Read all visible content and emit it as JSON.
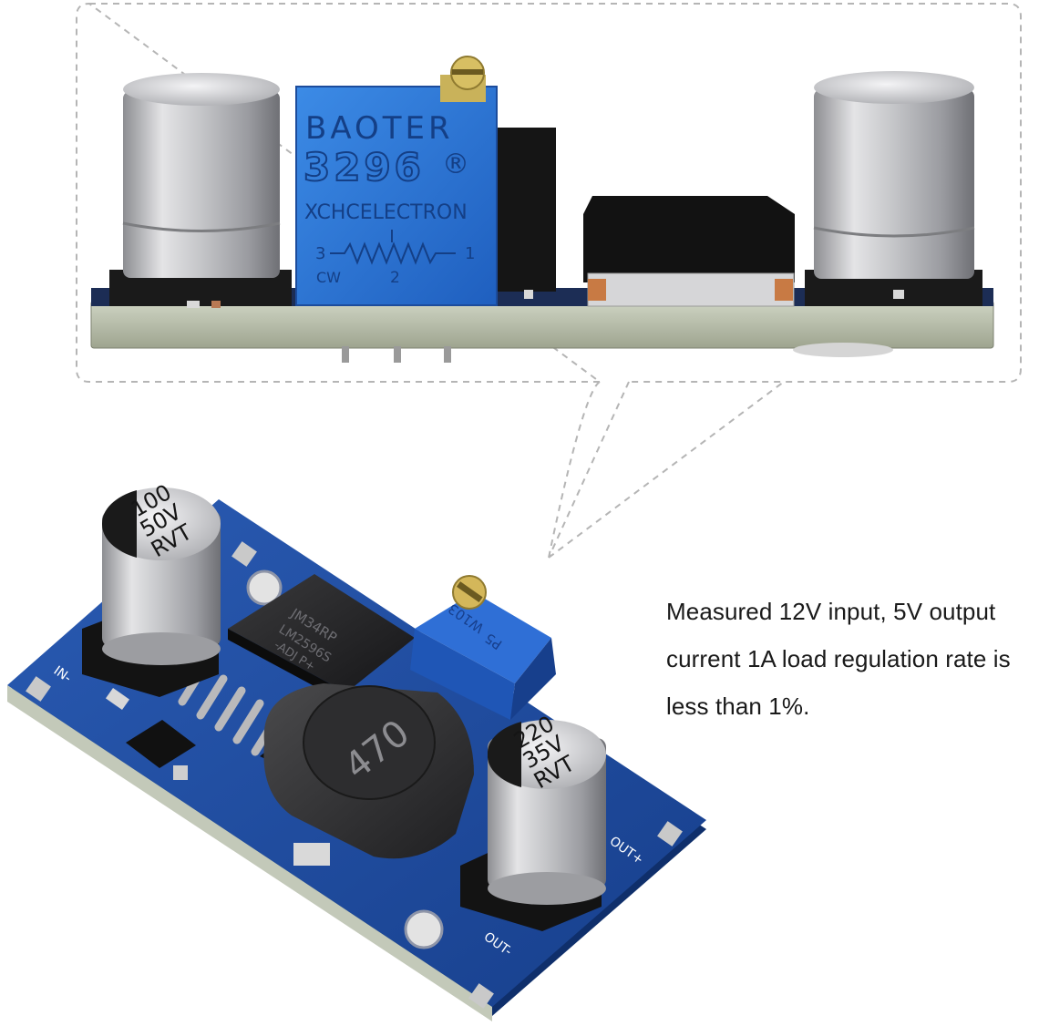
{
  "caption": {
    "line1": "Measured 12V input, 5V output",
    "line2": "current 1A load regulation rate is",
    "line3": "less than 1%."
  },
  "zoom_view": {
    "potentiometer": {
      "brand": "BAOTER",
      "model": "3296",
      "registered_mark": "®",
      "maker": "XCHCELECTRON",
      "pin3": "3",
      "pin1": "1",
      "pin2": "2",
      "rotation": "CW"
    }
  },
  "board_view": {
    "input_capacitor": {
      "line1": "100",
      "line2": "50V",
      "line3": "RVT"
    },
    "output_capacitor": {
      "line1": "220",
      "line2": "35V",
      "line3": "RVT"
    },
    "inductor": {
      "marking": "470"
    },
    "regulator_chip": {
      "line1": "JM34RP",
      "line2": "LM2596S",
      "line3": "-ADJ P+"
    },
    "trimmer": {
      "line1": "W103",
      "line2": "P5"
    },
    "pads": {
      "in_minus": "IN-",
      "out_plus": "OUT+",
      "out_minus": "OUT-"
    }
  },
  "colors": {
    "pcb_blue": "#1f4fa3",
    "trimmer_blue": "#2f6fd6",
    "capacitor_silver": "#c9c9cc",
    "callout_dash": "#b5b5b5"
  }
}
